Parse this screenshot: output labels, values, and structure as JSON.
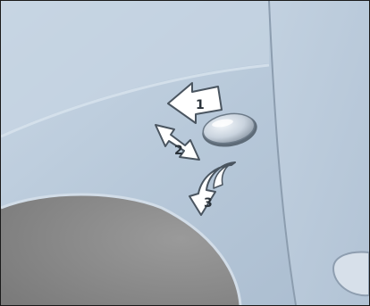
{
  "figure": {
    "description_visible": false,
    "steps": [
      {
        "label": "1",
        "icon": "arrow-left-icon"
      },
      {
        "label": "2",
        "icon": "double-arrow-icon"
      },
      {
        "label": "3",
        "icon": "curved-arrow-icon"
      }
    ],
    "colors": {
      "body_panel": "#b9c9d9",
      "panel_light": "#d3dfeb",
      "wheel_arch": "#8e8e8e",
      "arrow_fill": "#ffffff",
      "arrow_stroke": "#4a5560",
      "lamp_fill": "#cfd8e2"
    }
  }
}
